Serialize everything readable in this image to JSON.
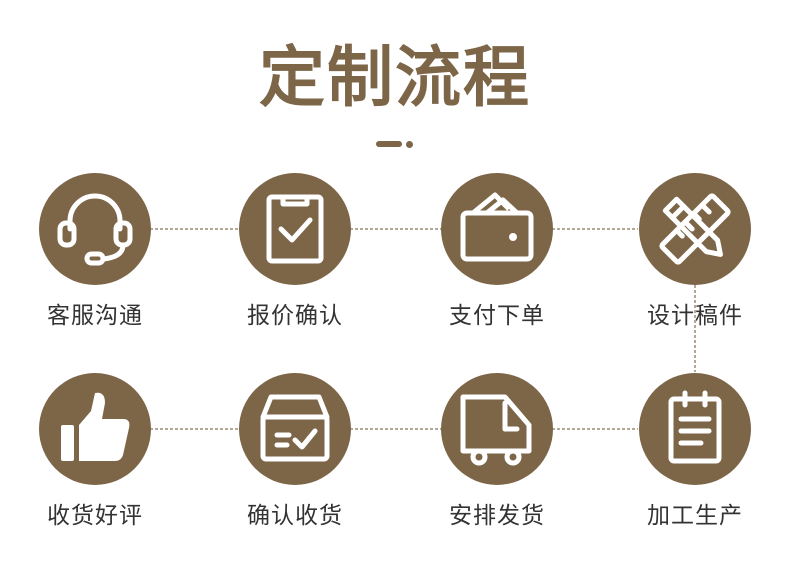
{
  "title": "定制流程",
  "colors": {
    "brown": "#7d6648",
    "text": "#333333",
    "line": "#9a8a76",
    "icon": "#ffffff"
  },
  "steps": [
    {
      "label": "客服沟通",
      "icon": "headset-icon"
    },
    {
      "label": "报价确认",
      "icon": "clipboard-check-icon"
    },
    {
      "label": "支付下单",
      "icon": "wallet-icon"
    },
    {
      "label": "设计稿件",
      "icon": "ruler-pencil-icon"
    },
    {
      "label": "加工生产",
      "icon": "document-list-icon"
    },
    {
      "label": "安排发货",
      "icon": "truck-icon"
    },
    {
      "label": "确认收货",
      "icon": "box-check-icon"
    },
    {
      "label": "收货好评",
      "icon": "thumbs-up-icon"
    }
  ]
}
